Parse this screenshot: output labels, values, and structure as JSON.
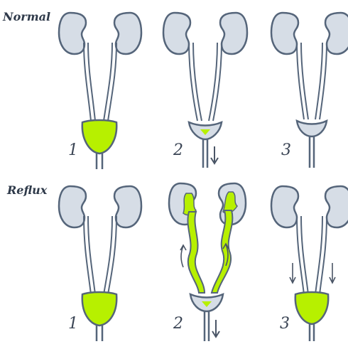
{
  "labels": {
    "normal": "Normal",
    "reflux": "Reflux"
  },
  "stages": {
    "normal": [
      "1",
      "2",
      "3"
    ],
    "reflux": [
      "1",
      "2",
      "3"
    ]
  },
  "colors": {
    "urine": "#b7f000",
    "kidney_fill": "#d6dde6",
    "outline": "#55657a",
    "arrow": "#4a5566"
  }
}
